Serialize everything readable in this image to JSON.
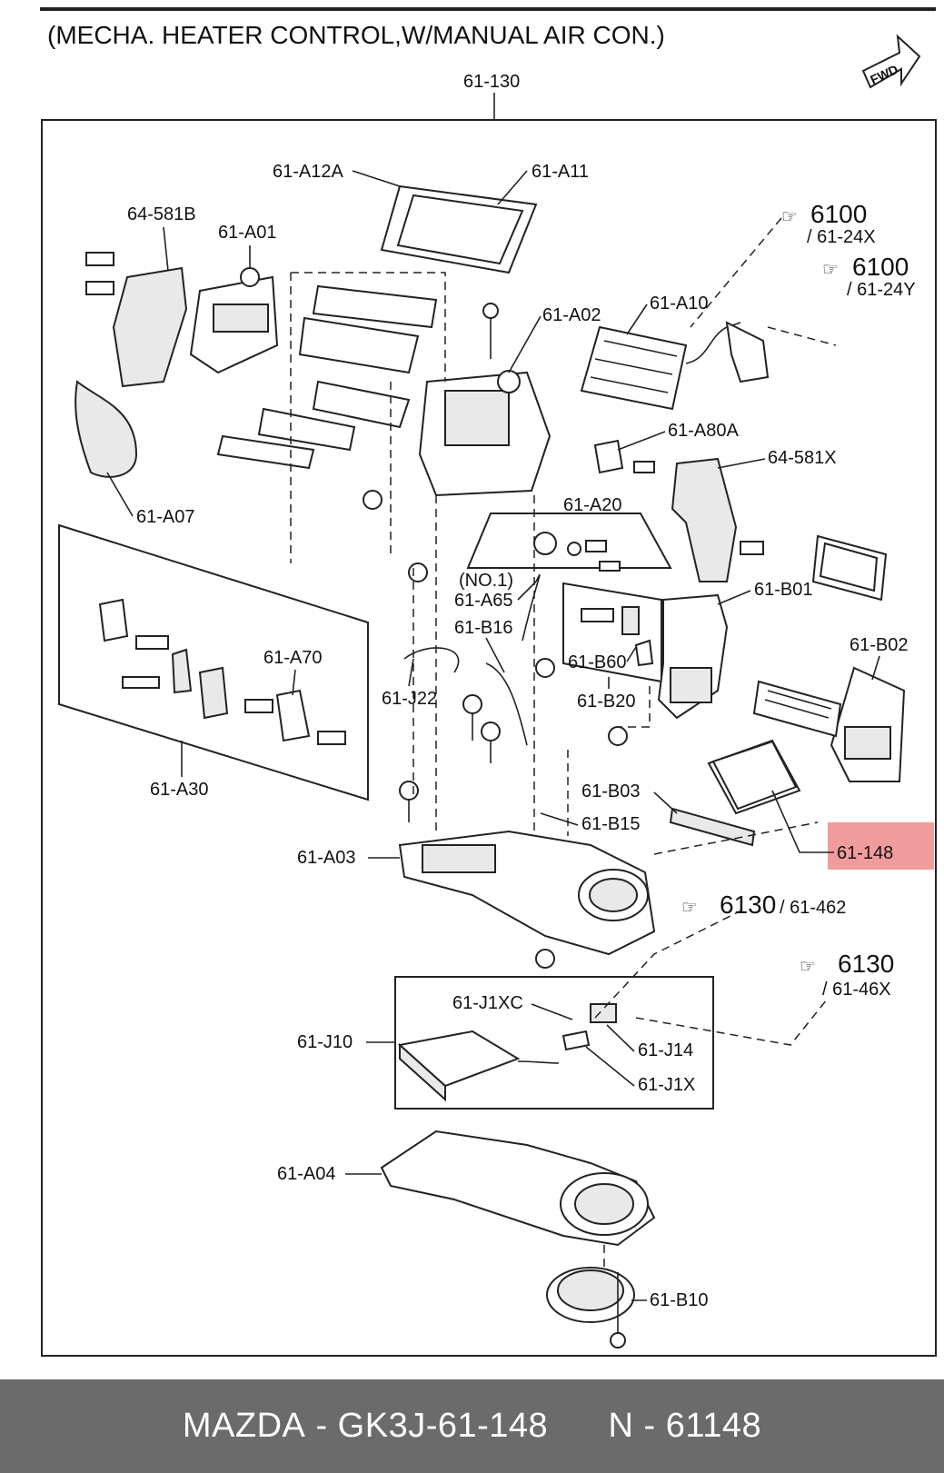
{
  "diagram": {
    "title": "(MECHA. HEATER CONTROL,W/MANUAL AIR CON.)",
    "fwd_label": "FWD",
    "assembly_label": "61-130",
    "highlight": {
      "label": "61-148",
      "color": "#ef8b8b"
    },
    "labels": {
      "a12a": "61-A12A",
      "a11": "61-A11",
      "s581b": "64-581B",
      "a01": "61-A01",
      "ref1": "6100",
      "ref1_sub": "/ 61-24X",
      "ref2": "6100",
      "ref2_sub": "/ 61-24Y",
      "a02": "61-A02",
      "a10": "61-A10",
      "a80a": "61-A80A",
      "s581x": "64-581X",
      "a07": "61-A07",
      "a20": "61-A20",
      "no1": "(NO.1)",
      "a65": "61-A65",
      "b01": "61-B01",
      "b16": "61-B16",
      "b02": "61-B02",
      "a70": "61-A70",
      "b60": "61-B60",
      "j22": "61-J22",
      "b20": "61-B20",
      "a30": "61-A30",
      "b03": "61-B03",
      "b15": "61-B15",
      "a03": "61-A03",
      "ref3": "6130",
      "ref3_sub": "/ 61-462",
      "ref4": "6130",
      "ref4_sub": "/ 61-46X",
      "j1xc": "61-J1XC",
      "j10": "61-J10",
      "j14": "61-J14",
      "j1x": "61-J1X",
      "a04": "61-A04",
      "b10": "61-B10"
    }
  },
  "footer": {
    "brand": "MAZDA",
    "part_number": "GK3J-61-148",
    "catalog_number": "N - 61148"
  }
}
